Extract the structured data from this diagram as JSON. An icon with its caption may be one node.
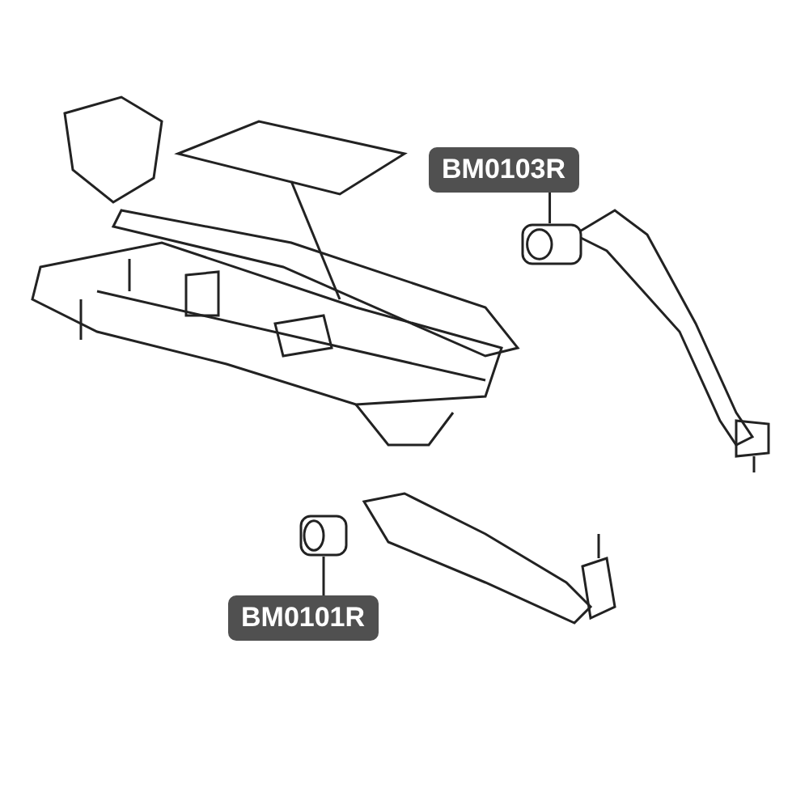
{
  "diagram": {
    "nodes": [
      {
        "text": [
          "BM0103R"
        ]
      },
      {
        "text": [],
        "shape": "picture"
      },
      {
        "text": [
          "BM0101R"
        ]
      },
      {
        "text": [],
        "shape": "picture"
      }
    ],
    "edges": [
      {
        "from": 0,
        "to": 1,
        "arrow": "none"
      },
      {
        "from": 2,
        "to": 3,
        "arrow": "none"
      }
    ]
  }
}
